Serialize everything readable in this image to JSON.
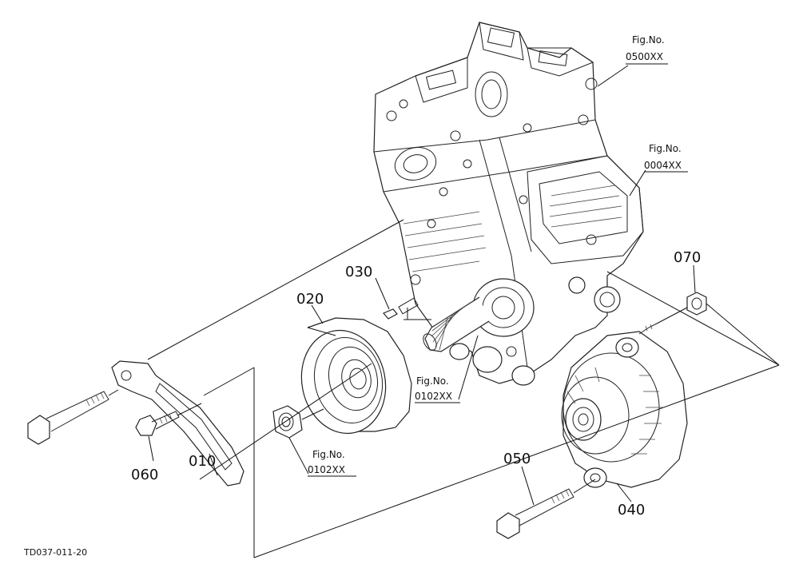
{
  "drawing_code": "TD037-011-20",
  "parts": {
    "p010": "010",
    "p020": "020",
    "p030": "030",
    "p040": "040",
    "p050": "050",
    "p060": "060",
    "p070": "070"
  },
  "fig_refs": {
    "ref_0500": {
      "label": "Fig.No.",
      "number": "0500XX"
    },
    "ref_0004": {
      "label": "Fig.No.",
      "number": "0004XX"
    },
    "ref_0102_center": {
      "label": "Fig.No.",
      "number": "0102XX"
    },
    "ref_0102_left": {
      "label": "Fig.No.",
      "number": "0102XX"
    }
  }
}
